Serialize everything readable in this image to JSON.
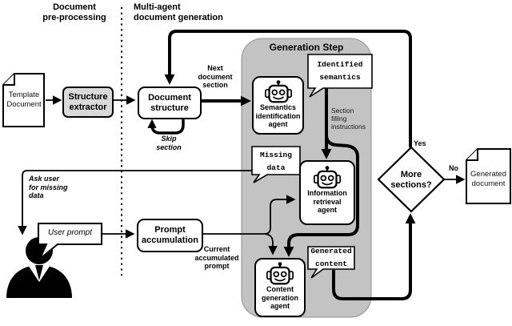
{
  "headers": {
    "preprocessing": "Document\npre-processing",
    "generation": "Multi-agent\ndocument generation"
  },
  "nodes": {
    "template_document": "Template\nDocument",
    "structure_extractor": "Structure\nextractor",
    "document_structure": "Document\nstructure",
    "prompt_accumulation": "Prompt\naccumulation",
    "generation_step": "Generation Step",
    "semantics_agent": "Semantics\nidentification\nagent",
    "information_agent": "Information\nretrieval\nagent",
    "content_agent": "Content\ngeneration\nagent",
    "more_sections": "More\nsections?",
    "generated_document": "Generated\ndocument"
  },
  "bubbles": {
    "identified_semantics": "Identified\nsemantics",
    "missing_data": "Missing\ndata",
    "generated_content": "Generated\ncontent",
    "user_prompt": "User prompt"
  },
  "edge_labels": {
    "next_document_section": "Next\ndocument\nsection",
    "skip_section": "Skip\nsection",
    "section_filling": "Section\nfilling\ninstructions",
    "ask_user": "Ask user\nfor missing\ndata",
    "current_prompt": "Current\naccumulated\nprompt",
    "yes": "Yes",
    "no": "No"
  },
  "icons": {
    "robot": "robot-icon",
    "person": "user-icon",
    "template_document": "document-icon",
    "generated_document": "document-icon"
  },
  "colors": {
    "panel_gray": "#c3c3c3",
    "node_gray": "#d9d9d9",
    "stroke": "#000000",
    "background": "#ffffff"
  }
}
